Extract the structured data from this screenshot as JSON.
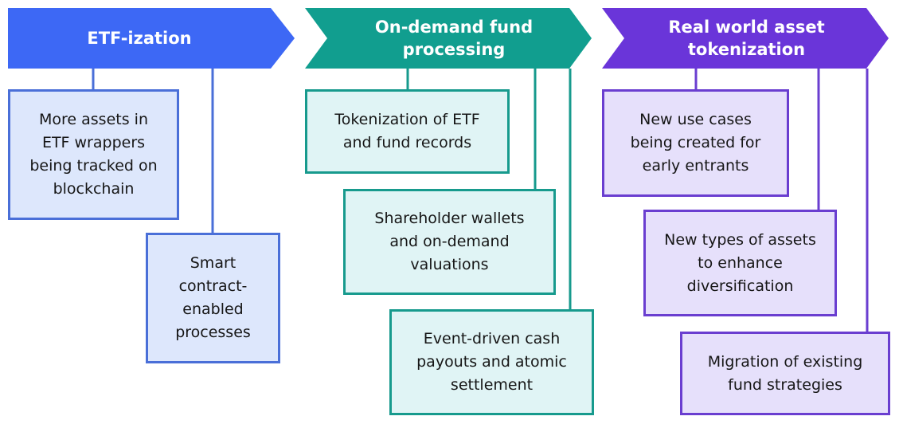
{
  "colors": {
    "etf_banner": "#3d68f5",
    "etf_line": "#4a6fd8",
    "etf_box_fill": "#dde7fc",
    "ondemand_banner": "#119e8f",
    "ondemand_line": "#179a8d",
    "ondemand_box_fill": "#e0f4f5",
    "rwa_banner": "#6a35d9",
    "rwa_line": "#6a3ed0",
    "rwa_box_fill": "#e6e0fb"
  },
  "columns": [
    {
      "title": "ETF-ization",
      "items": [
        "More assets in ETF wrappers being tracked on blockchain",
        "Smart contract-enabled processes"
      ]
    },
    {
      "title": "On-demand fund processing",
      "items": [
        "Tokenization of ETF and fund records",
        "Shareholder wallets and on-demand valuations",
        "Event-driven cash payouts and atomic settlement"
      ]
    },
    {
      "title": "Real world asset tokenization",
      "items": [
        "New use cases being created for early entrants",
        "New types of assets to enhance diversification",
        "Migration of existing fund strategies"
      ]
    }
  ]
}
